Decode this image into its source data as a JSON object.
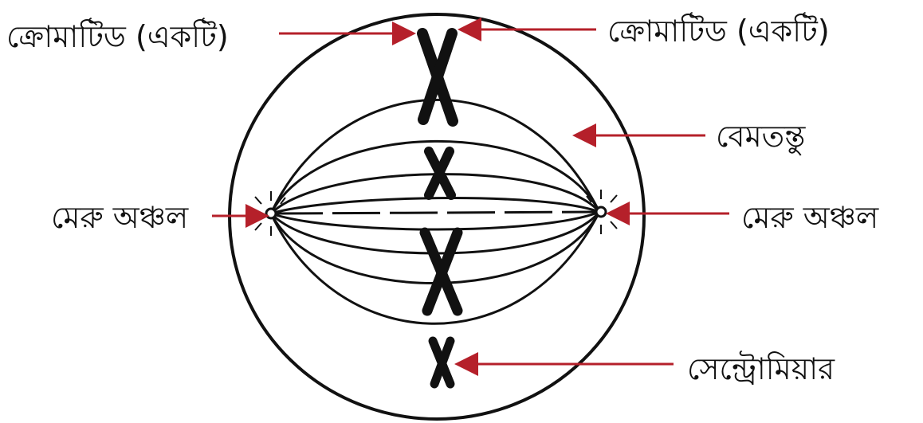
{
  "labels": {
    "chromatid_left": "ক্রোমাটিড (একটি)",
    "chromatid_right": "ক্রোমাটিড (একটি)",
    "spindle": "বেমতন্তু",
    "pole_left": "মেরু অঞ্চল",
    "pole_right": "মেরু অঞ্চল",
    "centromere": "সেন্ট্রোমিয়ার"
  },
  "colors": {
    "arrow": "#b5202a",
    "ink": "#111111",
    "background": "#ffffff"
  }
}
